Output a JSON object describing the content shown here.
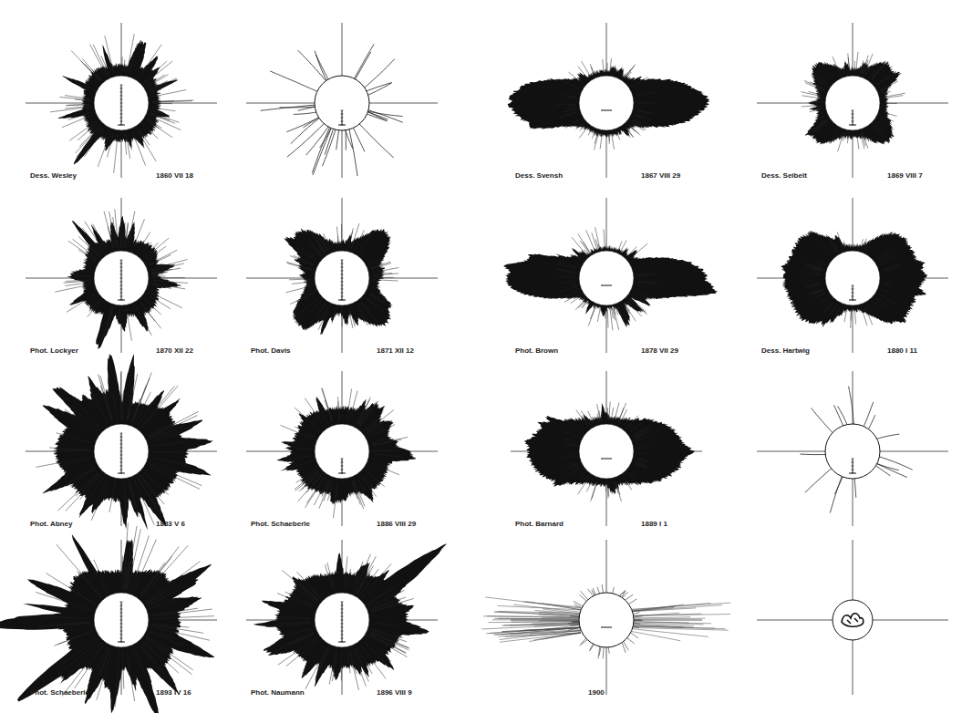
{
  "diagram": {
    "labels": [
      "Dess. Wesley",
      "1860 VII 18",
      "Dess. Svensh",
      "1867 VIII 29",
      "Dess. Seibelt",
      "1869 VIII 7",
      "Phot. Lockyer",
      "1870 XII 22",
      "Phot. Davis",
      "1871 XII 12",
      "Phot. Brown",
      "1878 VII 29",
      "Dess. Hartwig",
      "1880 I 11",
      "Phot. Abney",
      "1883 V 6",
      "Phot. Schaeberle",
      "1886 VIII 29",
      "Phot. Barnard",
      "1889 I 1",
      "Phot. Schaeberle",
      "1893 IV 16",
      "Phot. Naumann",
      "1896 VIII 9",
      "1900"
    ]
  }
}
